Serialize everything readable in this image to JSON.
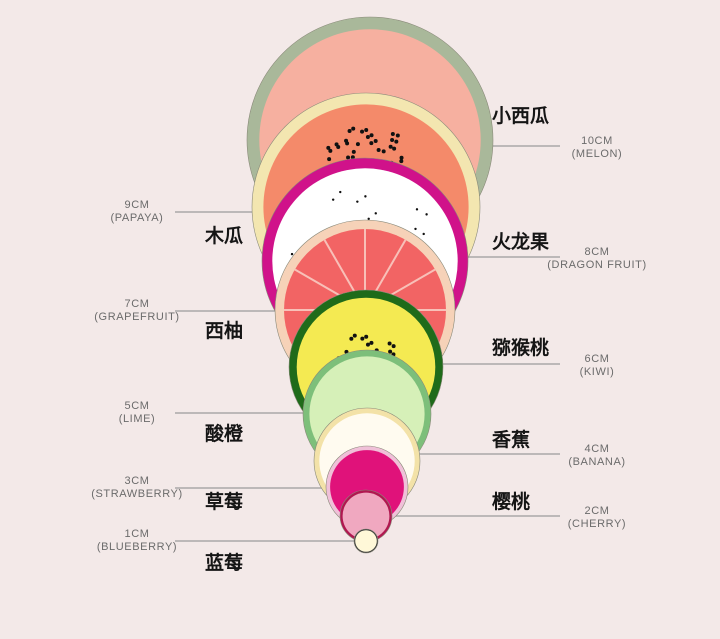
{
  "fruits": [
    {
      "zh": "小西瓜",
      "size": "10CM",
      "en": "(MELON)",
      "side": "right",
      "fill": "#f6b0a0",
      "rim": "#a9b89a"
    },
    {
      "zh": "木瓜",
      "size": "9CM",
      "en": "(PAPAYA)",
      "side": "left",
      "fill": "#f48a6a",
      "rim": "#f3e6b0"
    },
    {
      "zh": "火龙果",
      "size": "8CM",
      "en": "(DRAGON FRUIT)",
      "side": "right",
      "fill": "#ffffff",
      "rim": "#d0128a"
    },
    {
      "zh": "西柚",
      "size": "7CM",
      "en": "(GRAPEFRUIT)",
      "side": "left",
      "fill": "#f26464",
      "rim": "#f6d2b8"
    },
    {
      "zh": "猕猴桃",
      "size": "6CM",
      "en": "(KIWI)",
      "side": "right",
      "fill": "#f4ea52",
      "rim": "#1f6b1a"
    },
    {
      "zh": "酸橙",
      "size": "5CM",
      "en": "(LIME)",
      "side": "left",
      "fill": "#d6f0b8",
      "rim": "#7dbf7a"
    },
    {
      "zh": "香蕉",
      "size": "4CM",
      "en": "(BANANA)",
      "side": "right",
      "fill": "#fffbf0",
      "rim": "#f3e2a8"
    },
    {
      "zh": "草莓",
      "size": "3CM",
      "en": "(STRAWBERRY)",
      "side": "left",
      "fill": "#e0127a",
      "rim": "#f0c0d8"
    },
    {
      "zh": "樱桃",
      "size": "2CM",
      "en": "(CHERRY)",
      "side": "right",
      "fill": "#f0a8c0",
      "rim": "#b01850"
    },
    {
      "zh": "蓝莓",
      "size": "1CM",
      "en": "(BLUEBERRY)",
      "side": "left",
      "fill": "#fff8d8",
      "rim": "#3a3a3a"
    }
  ]
}
